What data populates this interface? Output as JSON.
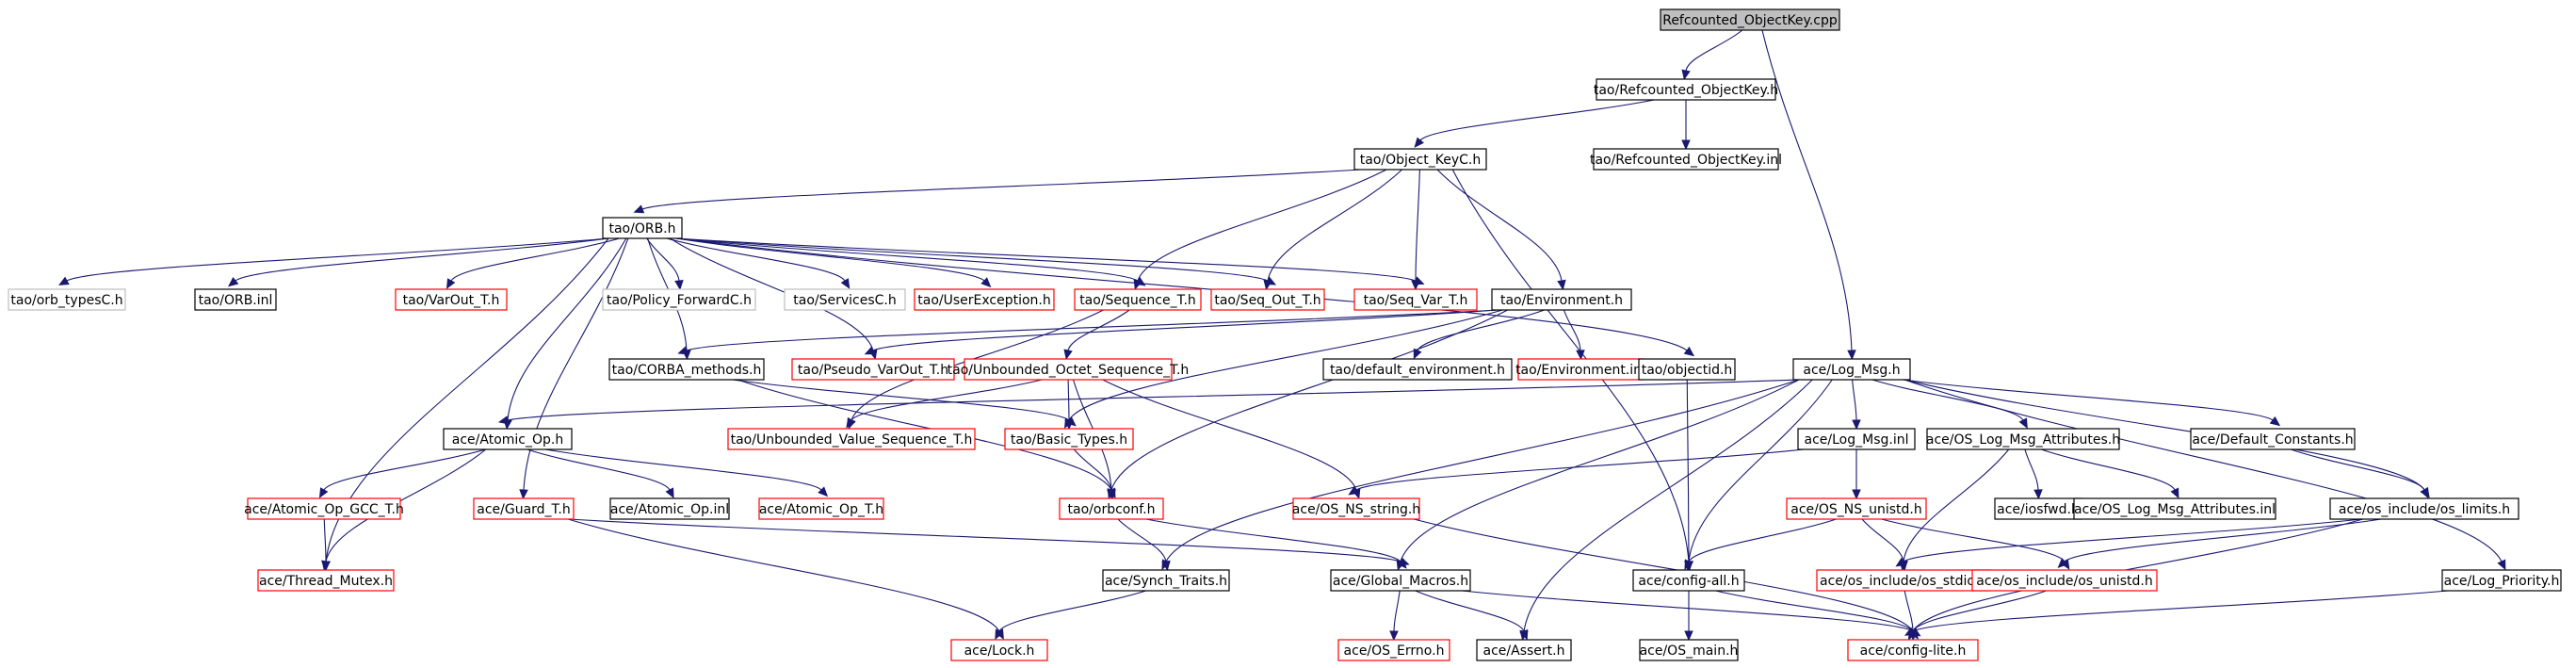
{
  "colors": {
    "edge": "#191970",
    "root_fill": "#bfbfbf",
    "border_black": "#000000",
    "border_red": "#ff0000",
    "border_gray": "#bfbfbf",
    "node_fill": "#ffffff"
  },
  "nodes": [
    {
      "id": "n0",
      "label": "Refcounted_ObjectKey.cpp",
      "style": "root"
    },
    {
      "id": "n1",
      "label": "tao/Refcounted_ObjectKey.h",
      "style": "black"
    },
    {
      "id": "n2",
      "label": "tao/Object_KeyC.h",
      "style": "black"
    },
    {
      "id": "n3",
      "label": "tao/Refcounted_ObjectKey.inl",
      "style": "black"
    },
    {
      "id": "n4",
      "label": "tao/ORB.h",
      "style": "black"
    },
    {
      "id": "n5",
      "label": "tao/orb_typesC.h",
      "style": "gray"
    },
    {
      "id": "n6",
      "label": "tao/ORB.inl",
      "style": "black"
    },
    {
      "id": "n7",
      "label": "tao/VarOut_T.h",
      "style": "red"
    },
    {
      "id": "n8",
      "label": "tao/Policy_ForwardC.h",
      "style": "gray"
    },
    {
      "id": "n9",
      "label": "tao/ServicesC.h",
      "style": "gray"
    },
    {
      "id": "n10",
      "label": "tao/UserException.h",
      "style": "red"
    },
    {
      "id": "n11",
      "label": "tao/Sequence_T.h",
      "style": "red"
    },
    {
      "id": "n12",
      "label": "tao/Seq_Out_T.h",
      "style": "red"
    },
    {
      "id": "n13",
      "label": "tao/Seq_Var_T.h",
      "style": "red"
    },
    {
      "id": "n14",
      "label": "tao/Environment.h",
      "style": "black"
    },
    {
      "id": "n15",
      "label": "tao/CORBA_methods.h",
      "style": "black"
    },
    {
      "id": "n16",
      "label": "tao/Pseudo_VarOut_T.h",
      "style": "red"
    },
    {
      "id": "n17",
      "label": "tao/Unbounded_Octet_Sequence_T.h",
      "style": "red"
    },
    {
      "id": "n18",
      "label": "tao/default_environment.h",
      "style": "black"
    },
    {
      "id": "n19",
      "label": "tao/Environment.inl",
      "style": "red"
    },
    {
      "id": "n20",
      "label": "tao/objectid.h",
      "style": "black"
    },
    {
      "id": "n21",
      "label": "ace/Log_Msg.h",
      "style": "black"
    },
    {
      "id": "n22",
      "label": "ace/Atomic_Op.h",
      "style": "black"
    },
    {
      "id": "n23",
      "label": "tao/Unbounded_Value_Sequence_T.h",
      "style": "red"
    },
    {
      "id": "n24",
      "label": "tao/Basic_Types.h",
      "style": "red"
    },
    {
      "id": "n25",
      "label": "ace/Log_Msg.inl",
      "style": "black"
    },
    {
      "id": "n26",
      "label": "ace/OS_Log_Msg_Attributes.h",
      "style": "black"
    },
    {
      "id": "n27",
      "label": "ace/Default_Constants.h",
      "style": "black"
    },
    {
      "id": "n28",
      "label": "ace/Atomic_Op_GCC_T.h",
      "style": "red"
    },
    {
      "id": "n29",
      "label": "ace/Guard_T.h",
      "style": "red"
    },
    {
      "id": "n30",
      "label": "ace/Atomic_Op.inl",
      "style": "black"
    },
    {
      "id": "n31",
      "label": "ace/Atomic_Op_T.h",
      "style": "red"
    },
    {
      "id": "n32",
      "label": "tao/orbconf.h",
      "style": "red"
    },
    {
      "id": "n33",
      "label": "ace/OS_NS_string.h",
      "style": "red"
    },
    {
      "id": "n34",
      "label": "ace/OS_NS_unistd.h",
      "style": "red"
    },
    {
      "id": "n35",
      "label": "ace/iosfwd.h",
      "style": "black"
    },
    {
      "id": "n36",
      "label": "ace/OS_Log_Msg_Attributes.inl",
      "style": "black"
    },
    {
      "id": "n37",
      "label": "ace/os_include/os_limits.h",
      "style": "black"
    },
    {
      "id": "n38",
      "label": "ace/Thread_Mutex.h",
      "style": "red"
    },
    {
      "id": "n39",
      "label": "ace/Synch_Traits.h",
      "style": "black"
    },
    {
      "id": "n40",
      "label": "ace/Global_Macros.h",
      "style": "black"
    },
    {
      "id": "n41",
      "label": "ace/config-all.h",
      "style": "black"
    },
    {
      "id": "n42",
      "label": "ace/os_include/os_stdio.h",
      "style": "red"
    },
    {
      "id": "n43",
      "label": "ace/os_include/os_unistd.h",
      "style": "red"
    },
    {
      "id": "n44",
      "label": "ace/Log_Priority.h",
      "style": "black"
    },
    {
      "id": "n45",
      "label": "ace/Lock.h",
      "style": "red"
    },
    {
      "id": "n46",
      "label": "ace/OS_Errno.h",
      "style": "red"
    },
    {
      "id": "n47",
      "label": "ace/Assert.h",
      "style": "black"
    },
    {
      "id": "n48",
      "label": "ace/OS_main.h",
      "style": "black"
    },
    {
      "id": "n49",
      "label": "ace/config-lite.h",
      "style": "red"
    }
  ],
  "edges": [
    [
      "n0",
      "n1"
    ],
    [
      "n0",
      "n21"
    ],
    [
      "n1",
      "n2"
    ],
    [
      "n1",
      "n3"
    ],
    [
      "n2",
      "n4"
    ],
    [
      "n2",
      "n11"
    ],
    [
      "n2",
      "n12"
    ],
    [
      "n2",
      "n13"
    ],
    [
      "n2",
      "n14"
    ],
    [
      "n2",
      "n41"
    ],
    [
      "n4",
      "n5"
    ],
    [
      "n4",
      "n6"
    ],
    [
      "n4",
      "n7"
    ],
    [
      "n4",
      "n8"
    ],
    [
      "n4",
      "n9"
    ],
    [
      "n4",
      "n10"
    ],
    [
      "n4",
      "n11"
    ],
    [
      "n4",
      "n12"
    ],
    [
      "n4",
      "n13"
    ],
    [
      "n4",
      "n15"
    ],
    [
      "n4",
      "n16"
    ],
    [
      "n4",
      "n20"
    ],
    [
      "n4",
      "n22"
    ],
    [
      "n4",
      "n29"
    ],
    [
      "n4",
      "n38"
    ],
    [
      "n11",
      "n17"
    ],
    [
      "n11",
      "n23"
    ],
    [
      "n14",
      "n15"
    ],
    [
      "n14",
      "n16"
    ],
    [
      "n14",
      "n18"
    ],
    [
      "n14",
      "n19"
    ],
    [
      "n14",
      "n24"
    ],
    [
      "n14",
      "n32"
    ],
    [
      "n15",
      "n24"
    ],
    [
      "n15",
      "n32"
    ],
    [
      "n17",
      "n23"
    ],
    [
      "n17",
      "n24"
    ],
    [
      "n17",
      "n32"
    ],
    [
      "n17",
      "n33"
    ],
    [
      "n20",
      "n41"
    ],
    [
      "n21",
      "n22"
    ],
    [
      "n21",
      "n25"
    ],
    [
      "n21",
      "n26"
    ],
    [
      "n21",
      "n27"
    ],
    [
      "n21",
      "n37"
    ],
    [
      "n21",
      "n44"
    ],
    [
      "n21",
      "n39"
    ],
    [
      "n21",
      "n40"
    ],
    [
      "n21",
      "n41"
    ],
    [
      "n21",
      "n47"
    ],
    [
      "n22",
      "n28"
    ],
    [
      "n22",
      "n30"
    ],
    [
      "n22",
      "n31"
    ],
    [
      "n22",
      "n38"
    ],
    [
      "n24",
      "n32"
    ],
    [
      "n25",
      "n33"
    ],
    [
      "n25",
      "n34"
    ],
    [
      "n26",
      "n35"
    ],
    [
      "n26",
      "n36"
    ],
    [
      "n26",
      "n42"
    ],
    [
      "n27",
      "n37"
    ],
    [
      "n28",
      "n38"
    ],
    [
      "n29",
      "n45"
    ],
    [
      "n29",
      "n40"
    ],
    [
      "n32",
      "n39"
    ],
    [
      "n32",
      "n40"
    ],
    [
      "n33",
      "n49"
    ],
    [
      "n34",
      "n41"
    ],
    [
      "n34",
      "n42"
    ],
    [
      "n34",
      "n43"
    ],
    [
      "n37",
      "n42"
    ],
    [
      "n37",
      "n43"
    ],
    [
      "n37",
      "n49"
    ],
    [
      "n39",
      "n45"
    ],
    [
      "n40",
      "n46"
    ],
    [
      "n40",
      "n47"
    ],
    [
      "n40",
      "n49"
    ],
    [
      "n41",
      "n48"
    ],
    [
      "n41",
      "n49"
    ],
    [
      "n42",
      "n49"
    ],
    [
      "n43",
      "n49"
    ],
    [
      "n44",
      "n49"
    ]
  ]
}
